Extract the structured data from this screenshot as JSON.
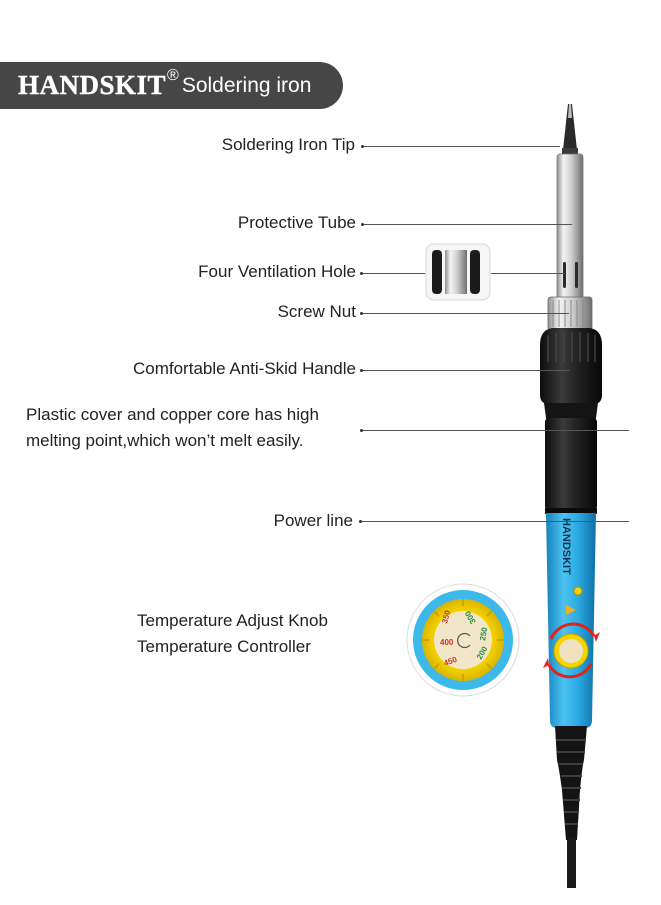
{
  "header": {
    "brand": "HANDSKIT",
    "registered_mark": "®",
    "subtitle": "Soldering iron"
  },
  "callouts": [
    {
      "id": "tip",
      "text": "Soldering Iron Tip"
    },
    {
      "id": "tube",
      "text": "Protective Tube"
    },
    {
      "id": "vent",
      "text": "Four Ventilation Hole"
    },
    {
      "id": "nut",
      "text": "Screw Nut"
    },
    {
      "id": "handle",
      "text": "Comfortable Anti-Skid Handle"
    },
    {
      "id": "cover",
      "text": "Plastic cover and copper core has high melting point,which won’t melt easily."
    },
    {
      "id": "power",
      "text": "Power line"
    },
    {
      "id": "knob",
      "text": "Temperature Adjust Knob"
    },
    {
      "id": "controller",
      "text": "Temperature Controller"
    }
  ],
  "handle_print": "HANDSKIT",
  "dial_marks": [
    "200",
    "250",
    "300",
    "350",
    "400",
    "450"
  ],
  "colors": {
    "pill": "#464646",
    "handle_blue": "#29a9e1",
    "grip_black": "#1c1c1c",
    "knob_yellow": "#f5d400",
    "arrow_red": "#e0241b"
  }
}
